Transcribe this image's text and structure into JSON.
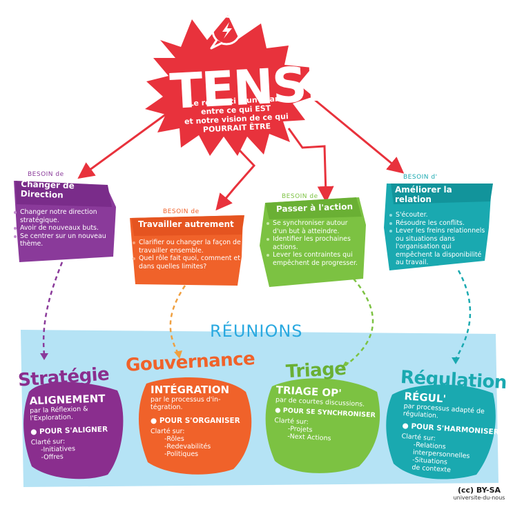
{
  "header": {
    "title": "TENSIONS",
    "subtitle_lines": [
      "Le ressenti d'un écart",
      "entre ce qui EST",
      "et notre vision de ce qui",
      "POURRAIT ÊTRE"
    ]
  },
  "needs": [
    {
      "prefix": "BESOIN de",
      "title": "Changer de Direction",
      "items": [
        "Changer notre direction stratégique.",
        "Avoir de nouveaux buts.",
        "Se centrer sur un nouveau thème."
      ]
    },
    {
      "prefix": "BESOIN de",
      "title": "Travailler autrement",
      "items": [
        "Clarifier ou changer la façon de travailler ensemble.",
        "Quel rôle fait quoi, comment et dans quelles limites?"
      ]
    },
    {
      "prefix": "BESOIN de",
      "title": "Passer à l'action",
      "items": [
        "Se synchroniser autour d'un but à atteindre.",
        "Identifier les prochaines actions.",
        "Lever les contraintes qui empêchent de progresser."
      ]
    },
    {
      "prefix": "BESOIN d'",
      "title": "Améliorer la relation",
      "items": [
        "S'écouter.",
        "Résoudre les conflits.",
        "Lever les freins relationnels ou situations dans l'organisation qui empêchent la disponibilité au travail."
      ]
    }
  ],
  "reunions_label": "RÉUNIONS",
  "meetings": [
    {
      "name": "Stratégie",
      "head": "ALIGNEMENT",
      "desc": [
        "par la Réflexion &",
        "l'Exploration."
      ],
      "pour": "POUR S'ALIGNER",
      "clarte": "Clarté sur:",
      "list": [
        "-Initiatives",
        "-Offres"
      ]
    },
    {
      "name": "Gouvernance",
      "head": "INTÉGRATION",
      "desc": [
        "par le processus d'in-",
        "tégration."
      ],
      "pour": "POUR S'ORGANISER",
      "clarte": "Clarté sur:",
      "list": [
        "-Rôles",
        "-Redevabilités",
        "-Politiques"
      ]
    },
    {
      "name": "Triage",
      "head": "TRIAGE OP'",
      "desc": [
        "par de courtes discussions."
      ],
      "pour": "POUR SE SYNCHRONISER",
      "clarte": "Clarté sur:",
      "list": [
        "-Projets",
        "-Next Actions"
      ]
    },
    {
      "name": "Régulation",
      "head": "RÉGUL'",
      "desc": [
        "par processus adapté de",
        "régulation."
      ],
      "pour": "POUR S'HARMONISER",
      "clarte": "Clarté sur:",
      "list": [
        "-Relations",
        "interpersonnelles",
        "-Situations",
        "de contexte"
      ]
    }
  ],
  "license": {
    "badge": "(cc) BY-SA",
    "source": "universite-du-nous"
  },
  "colors": {
    "red": "#e8323c",
    "purple": "#8a3a9a",
    "orange": "#f0622a",
    "green": "#7cc242",
    "teal": "#1aa9b0",
    "sky": "#b5e3f5",
    "blue": "#2aa9e0"
  },
  "icons": {
    "lightning": "lightning-bubble-icon"
  }
}
